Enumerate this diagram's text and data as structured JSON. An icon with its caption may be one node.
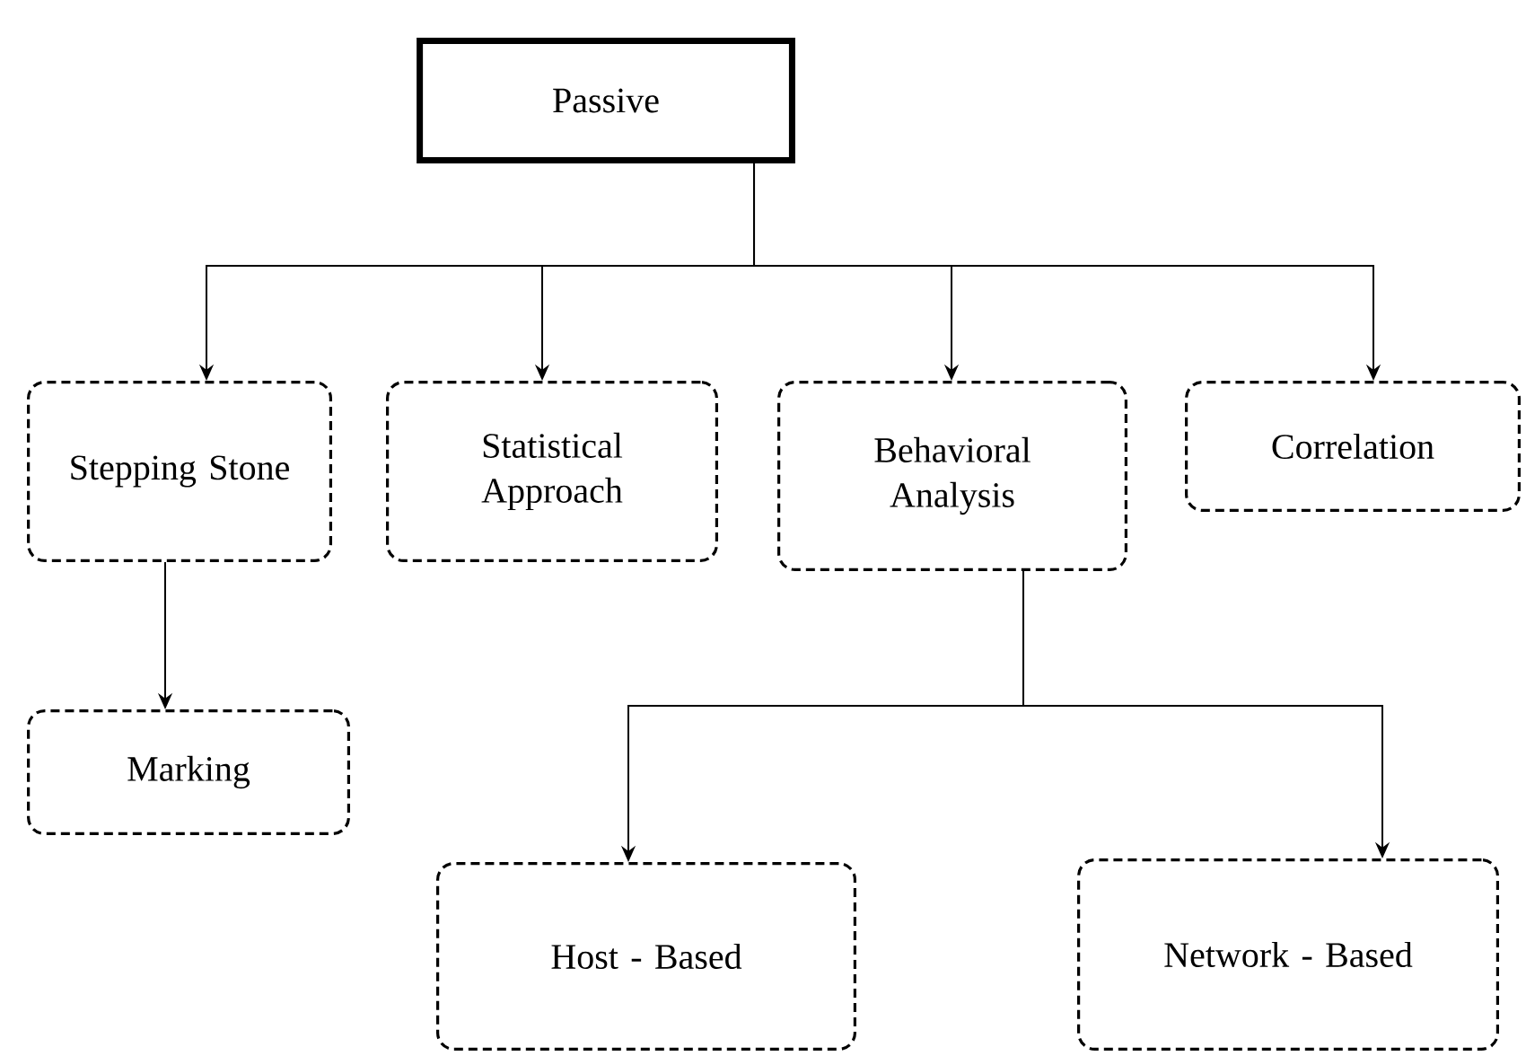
{
  "diagram": {
    "nodes": [
      {
        "text": [
          "Passive"
        ]
      },
      {
        "text": [
          "Stepping Stone"
        ]
      },
      {
        "text": [
          "Statistical Approach"
        ]
      },
      {
        "text": [
          "Behavioral Analysis"
        ]
      },
      {
        "text": [
          "Correlation"
        ]
      },
      {
        "text": [
          "Marking"
        ]
      },
      {
        "text": [
          "Host - Based"
        ]
      },
      {
        "text": [
          "Network - Based"
        ]
      }
    ],
    "edges": [
      {
        "from": 0,
        "to": 1,
        "arrow": "to"
      },
      {
        "from": 0,
        "to": 2,
        "arrow": "to"
      },
      {
        "from": 0,
        "to": 3,
        "arrow": "to"
      },
      {
        "from": 0,
        "to": 4,
        "arrow": "to"
      },
      {
        "from": 1,
        "to": 5,
        "arrow": "to"
      },
      {
        "from": 3,
        "to": 6,
        "arrow": "to"
      },
      {
        "from": 3,
        "to": 7,
        "arrow": "to"
      }
    ]
  }
}
